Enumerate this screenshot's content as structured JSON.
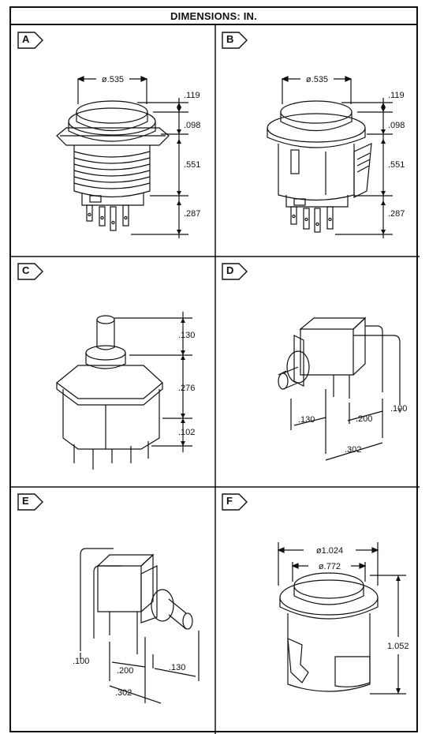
{
  "header": {
    "title": "DIMENSIONS: IN."
  },
  "panels": {
    "A": {
      "label": "A",
      "dims": {
        "diameter": "ø.535",
        "d1": ".119",
        "d2": ".098",
        "d3": ".551",
        "d4": ".287"
      }
    },
    "B": {
      "label": "B",
      "dims": {
        "diameter": "ø.535",
        "d1": ".119",
        "d2": ".098",
        "d3": ".551",
        "d4": ".287"
      }
    },
    "C": {
      "label": "C",
      "dims": {
        "d1": ".130",
        "d2": ".276",
        "d3": ".102"
      }
    },
    "D": {
      "label": "D",
      "dims": {
        "d1": ".130",
        "d2": ".200",
        "d3": ".100",
        "d4": ".302"
      }
    },
    "E": {
      "label": "E",
      "dims": {
        "d1": ".100",
        "d2": ".200",
        "d3": ".130",
        "d4": ".302"
      }
    },
    "F": {
      "label": "F",
      "dims": {
        "outer": "ø1.024",
        "inner": "ø.772",
        "height": "1.052"
      }
    }
  }
}
